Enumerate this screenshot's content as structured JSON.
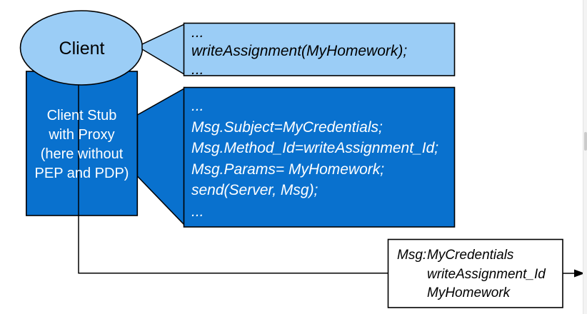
{
  "diagram": {
    "client": {
      "label": "Client"
    },
    "client_stub": {
      "lines": [
        "Client Stub",
        "with Proxy",
        "(here without",
        "PEP and PDP)"
      ]
    },
    "call_callout": {
      "lines": [
        "...",
        "writeAssignment(MyHomework);",
        "..."
      ]
    },
    "stub_code_callout": {
      "lines": [
        "...",
        "Msg.Subject=MyCredentials;",
        "Msg.Method_Id=writeAssignment_Id;",
        "Msg.Params= MyHomework;",
        "send(Server, Msg);",
        "..."
      ]
    },
    "message_box": {
      "label": "Msg:",
      "values": [
        "MyCredentials",
        "writeAssignment_Id",
        "MyHomework"
      ]
    },
    "colors": {
      "light_blue": "#9BCDF6",
      "dark_blue": "#0971CE",
      "outline": "#000000"
    }
  }
}
